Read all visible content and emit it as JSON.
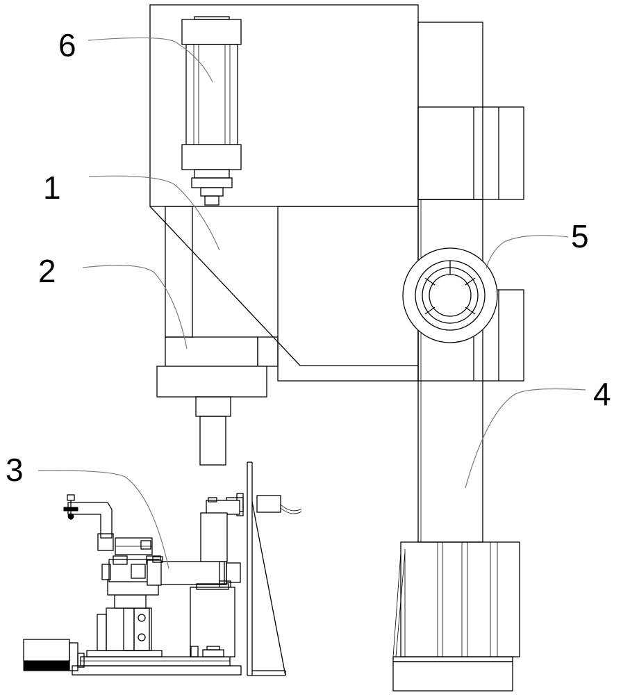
{
  "labels": {
    "frame": "1",
    "press_head": "2",
    "fixture_assembly": "3",
    "column": "4",
    "clamp_ring": "5",
    "cylinder": "6"
  }
}
